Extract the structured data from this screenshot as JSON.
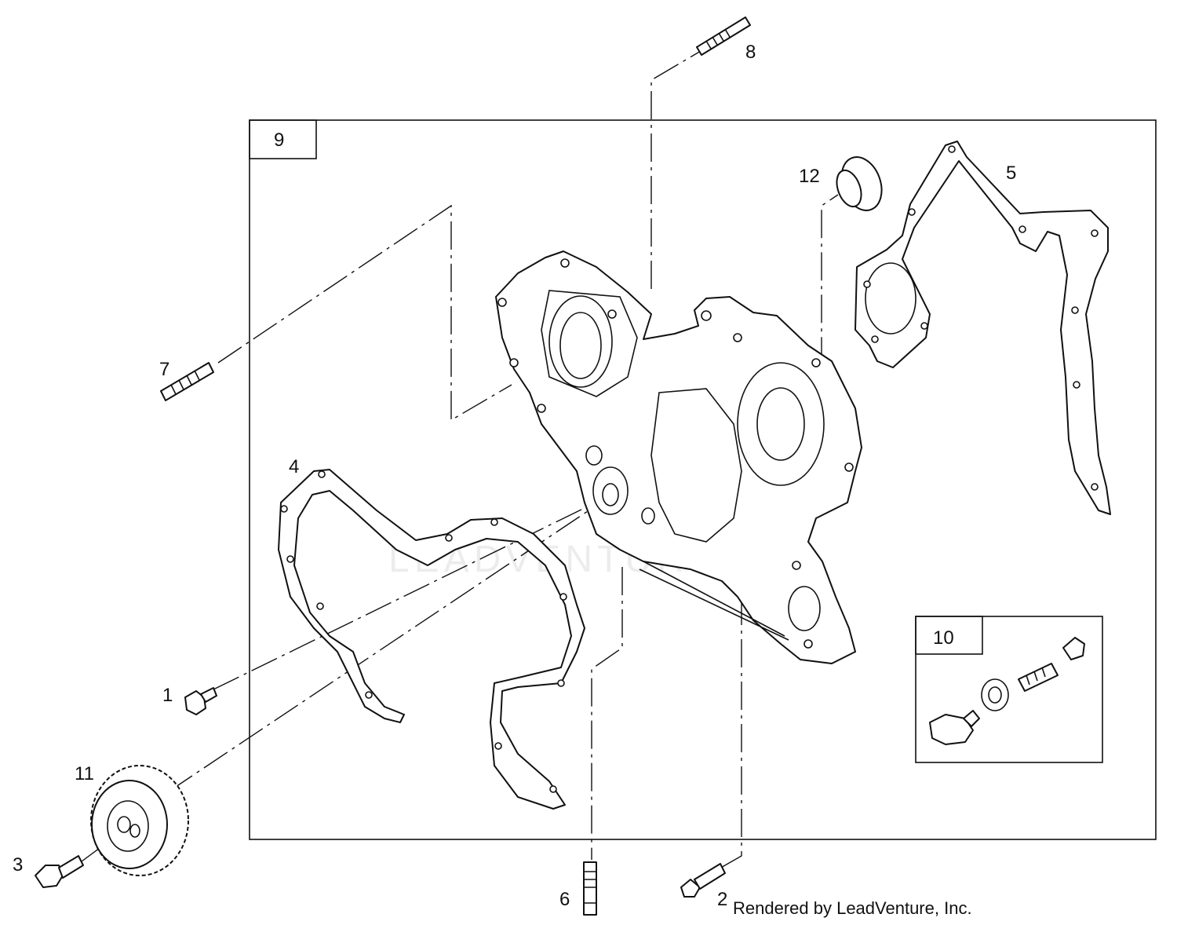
{
  "diagram": {
    "part_labels": {
      "p1": "1",
      "p2": "2",
      "p3": "3",
      "p4": "4",
      "p5": "5",
      "p6": "6",
      "p7": "7",
      "p8": "8",
      "p9": "9",
      "p10": "10",
      "p11": "11",
      "p12": "12"
    },
    "credit": "Rendered by LeadVenture, Inc.",
    "watermark": "LEADVENTURE"
  }
}
